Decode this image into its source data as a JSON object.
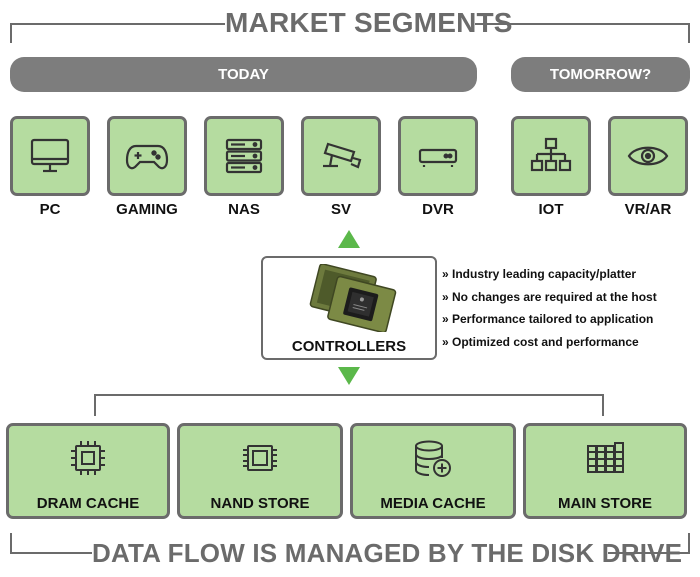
{
  "top_title": "MARKET SEGMENTS",
  "groups": {
    "today": "TODAY",
    "tomorrow": "TOMORROW?"
  },
  "segments": [
    {
      "label": "PC",
      "icon": "monitor-icon"
    },
    {
      "label": "GAMING",
      "icon": "gamepad-icon"
    },
    {
      "label": "NAS",
      "icon": "server-rack-icon"
    },
    {
      "label": "SV",
      "icon": "security-camera-icon"
    },
    {
      "label": "DVR",
      "icon": "dvr-box-icon"
    },
    {
      "label": "IOT",
      "icon": "network-hierarchy-icon"
    },
    {
      "label": "VR/AR",
      "icon": "eye-icon"
    }
  ],
  "controller": {
    "label": "CONTROLLERS",
    "image": "controller-chips-image"
  },
  "bullets": [
    "» Industry leading capacity/platter",
    "» No changes are required at the host",
    "» Performance tailored to application",
    "» Optimized cost and performance"
  ],
  "flow": [
    {
      "label": "DRAM CACHE",
      "icon": "chip-icon"
    },
    {
      "label": "NAND STORE",
      "icon": "memory-chip-icon"
    },
    {
      "label": "MEDIA CACHE",
      "icon": "database-add-icon"
    },
    {
      "label": "MAIN STORE",
      "icon": "storage-stack-icon"
    }
  ],
  "bottom_title": "DATA FLOW IS MANAGED BY THE DISK DRIVE",
  "colors": {
    "box_fill": "#b5dca0",
    "border": "#6b6b6b",
    "pill": "#7d7d7d",
    "arrow": "#5bb84a"
  }
}
